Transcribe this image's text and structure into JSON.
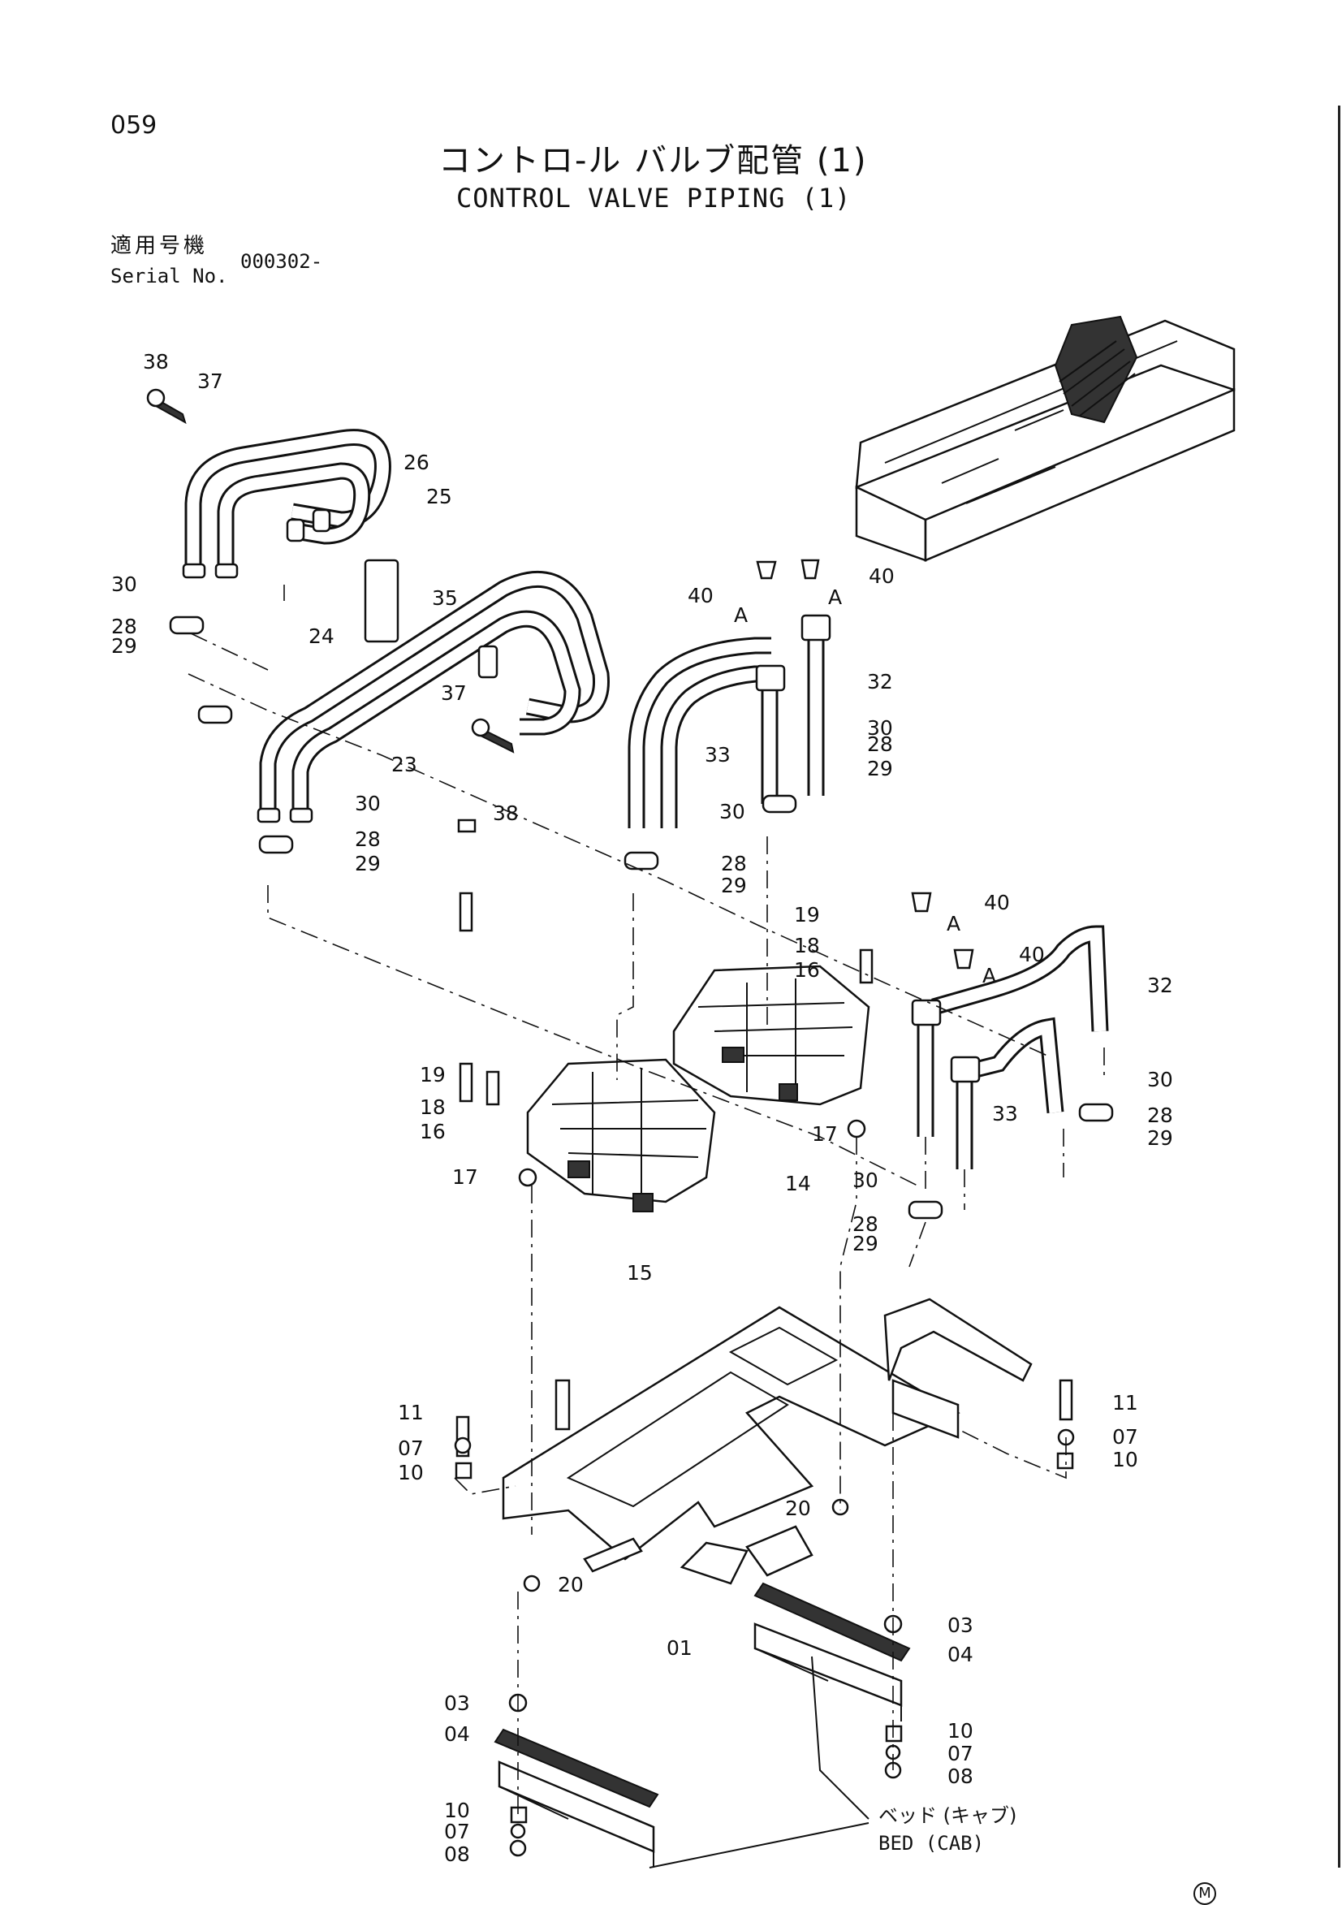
{
  "page_number": "059",
  "title_ja": "コントロ-ル バルブ配管 (1)",
  "title_en": "CONTROL VALVE PIPING (1)",
  "serial_label_ja": "適用号機",
  "serial_label_en": "Serial No.",
  "serial_value": "000302-",
  "bed_label_ja": "ベッド (キャブ)",
  "bed_label_en": "BED (CAB)",
  "mark": "M",
  "callouts": [
    "38",
    "37",
    "26",
    "25",
    "30",
    "35",
    "28",
    "29",
    "24",
    "37",
    "23",
    "38",
    "30",
    "28",
    "29",
    "40",
    "A",
    "40",
    "A",
    "32",
    "30",
    "33",
    "28",
    "30",
    "29",
    "28",
    "29",
    "40",
    "A",
    "40",
    "A",
    "32",
    "19",
    "18",
    "16",
    "30",
    "33",
    "28",
    "29",
    "19",
    "18",
    "16",
    "17",
    "14",
    "17",
    "15",
    "30",
    "28",
    "29",
    "11",
    "07",
    "10",
    "11",
    "07",
    "10",
    "20",
    "20",
    "01",
    "03",
    "04",
    "03",
    "04",
    "10",
    "07",
    "08",
    "10",
    "07",
    "08"
  ]
}
